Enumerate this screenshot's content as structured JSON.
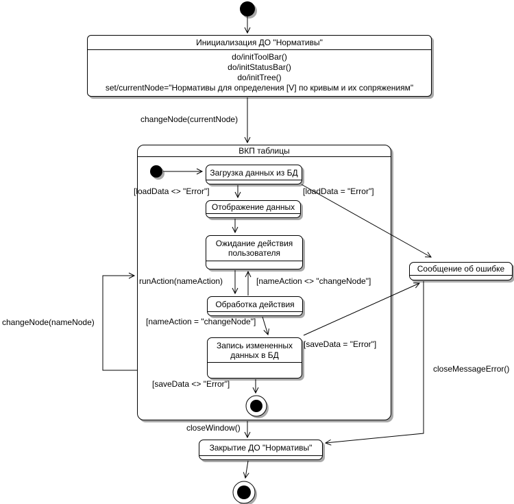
{
  "colors": {
    "line": "#000000",
    "background": "#ffffff",
    "shadow": "#a9a9a9"
  },
  "diagram": {
    "states": {
      "init": {
        "title": "Инициализация ДО \"Нормативы\"",
        "actions": [
          "do/initToolBar()",
          "do/initStatusBar()",
          "do/initTree()",
          "set/currentNode=\"Нормативы для определения [V] по кривым и их сопряжениям\""
        ]
      },
      "vkp": {
        "title": "ВКП таблицы"
      },
      "load": {
        "title": "Загрузка данных из БД"
      },
      "display": {
        "title": "Отображение данных"
      },
      "wait": {
        "title": "Ожидание действия пользователя"
      },
      "action": {
        "title": "Обработка действия"
      },
      "save": {
        "title": "Запись измененных данных в БД"
      },
      "error": {
        "title": "Сообщение об ошибке"
      },
      "close": {
        "title": "Закрытие ДО \"Нормативы\""
      }
    },
    "transitions": {
      "change_node_current": "changeNode(currentNode)",
      "load_ok": "[loadData <> \"Error\"]",
      "load_err": "[loadData = \"Error\"]",
      "run_action": "runAction(nameAction)",
      "name_action_neq": "[nameAction <> \"changeNode\"]",
      "name_action_eq": "[nameAction = \"changeNode\"]",
      "save_err": "[saveData = \"Error\"]",
      "save_ok": "[saveData <> \"Error\"]",
      "change_node_name": "changeNode(nameNode)",
      "close_message_error": "closeMessageError()",
      "close_window": "closeWindow()"
    }
  }
}
